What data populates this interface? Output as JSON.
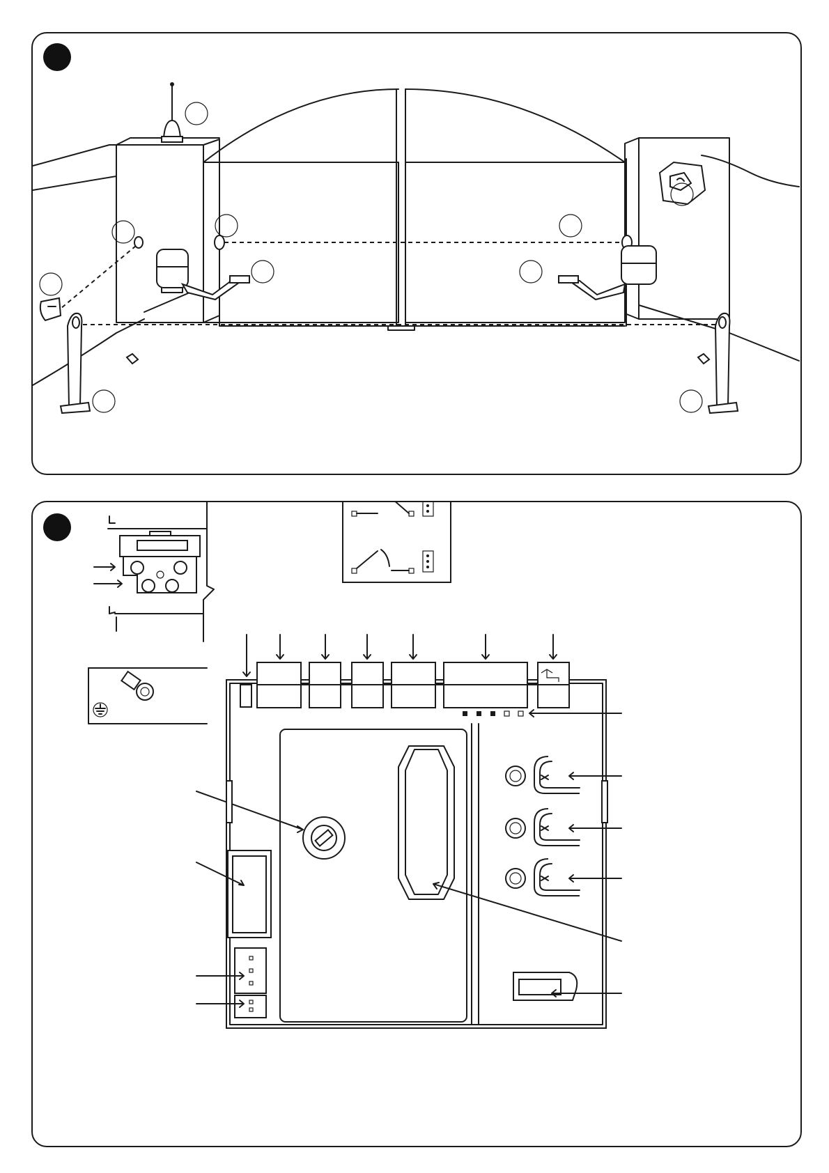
{
  "figure_1": {
    "callouts": [
      "",
      "",
      "",
      "",
      "",
      "",
      "",
      "",
      "",
      "",
      ""
    ]
  },
  "figure_2": {
    "led_count": 5,
    "leds_on": 3,
    "button_count": 3
  },
  "colors": {
    "line": "#1a1a1a",
    "background": "#ffffff",
    "badge": "#111111"
  }
}
